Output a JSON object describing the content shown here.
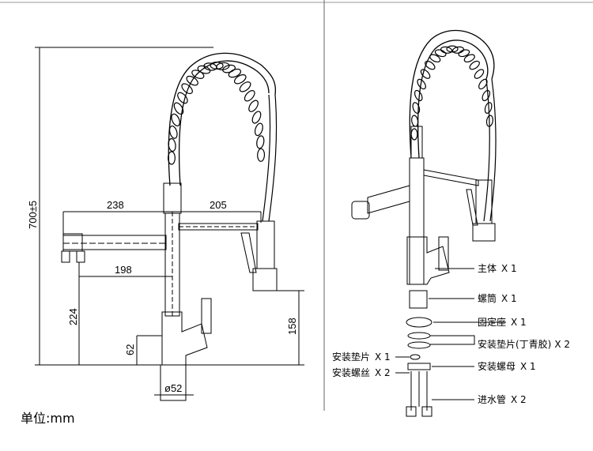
{
  "left_view": {
    "dim_height": "700±5",
    "dim_238": "238",
    "dim_205": "205",
    "dim_198": "198",
    "dim_224": "224",
    "dim_62": "62",
    "dim_158": "158",
    "dim_base": "ø52"
  },
  "unit_label": "单位:mm",
  "parts": [
    {
      "label": "主体",
      "qty": "X 1"
    },
    {
      "label": "螺筒",
      "qty": "X 1"
    },
    {
      "label": "固定座",
      "qty": "X 1"
    },
    {
      "label": "安装垫片(丁青胶)",
      "qty": "X 2"
    },
    {
      "label": "安装螺母",
      "qty": "X 1"
    },
    {
      "label": "进水管",
      "qty": "X 2"
    }
  ],
  "left_parts": [
    {
      "label": "安装垫片",
      "qty": "X 1"
    },
    {
      "label": "安装螺丝",
      "qty": "X 2"
    }
  ]
}
